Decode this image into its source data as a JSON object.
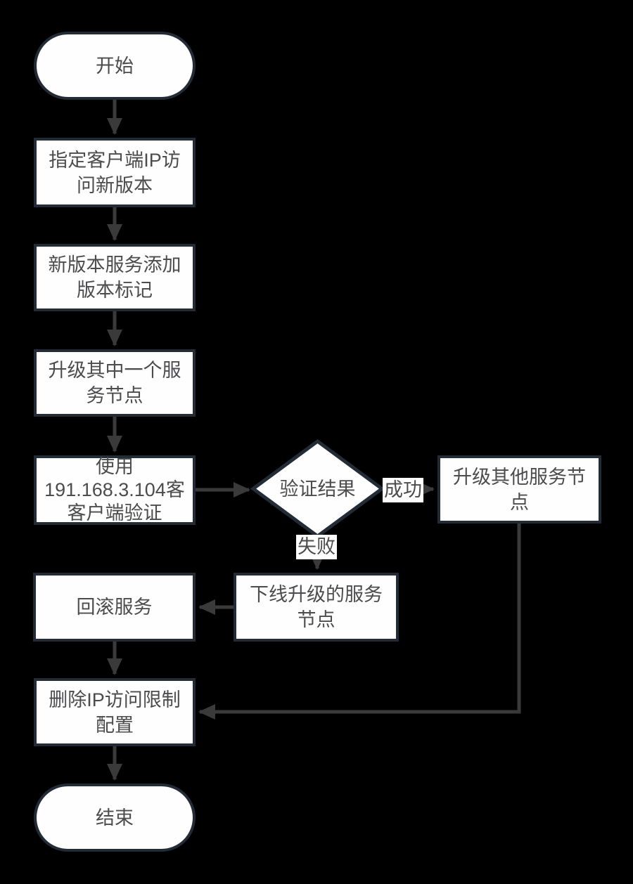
{
  "flowchart": {
    "colors": {
      "background": "#000000",
      "node_fill": "#fefefe",
      "node_border": "#232b36",
      "connector": "#3a3a3a",
      "text": "#4c4c4e"
    },
    "nodes": {
      "start": {
        "type": "terminator",
        "lines": [
          "开始"
        ]
      },
      "assign_ip": {
        "type": "process",
        "lines": [
          "指定客户端IP访",
          "问新版本"
        ]
      },
      "add_tag": {
        "type": "process",
        "lines": [
          "新版本服务添加",
          "版本标记"
        ]
      },
      "upgrade_one": {
        "type": "process",
        "lines": [
          "升级其中一个服",
          "务节点"
        ]
      },
      "client_verify": {
        "type": "process",
        "lines": [
          "使用",
          "191.168.3.104客",
          "客户端验证"
        ]
      },
      "verify_result": {
        "type": "decision",
        "lines": [
          "验证结果"
        ]
      },
      "upgrade_others": {
        "type": "process",
        "lines": [
          "升级其他服务节",
          "点"
        ]
      },
      "offline_node": {
        "type": "process",
        "lines": [
          "下线升级的服务",
          "节点"
        ]
      },
      "rollback": {
        "type": "process",
        "lines": [
          "回滚服务"
        ]
      },
      "delete_ip_limit": {
        "type": "process",
        "lines": [
          "删除IP访问限制",
          "配置"
        ]
      },
      "end": {
        "type": "terminator",
        "lines": [
          "结束"
        ]
      }
    },
    "edge_labels": {
      "success": "成功",
      "failure": "失败"
    }
  }
}
